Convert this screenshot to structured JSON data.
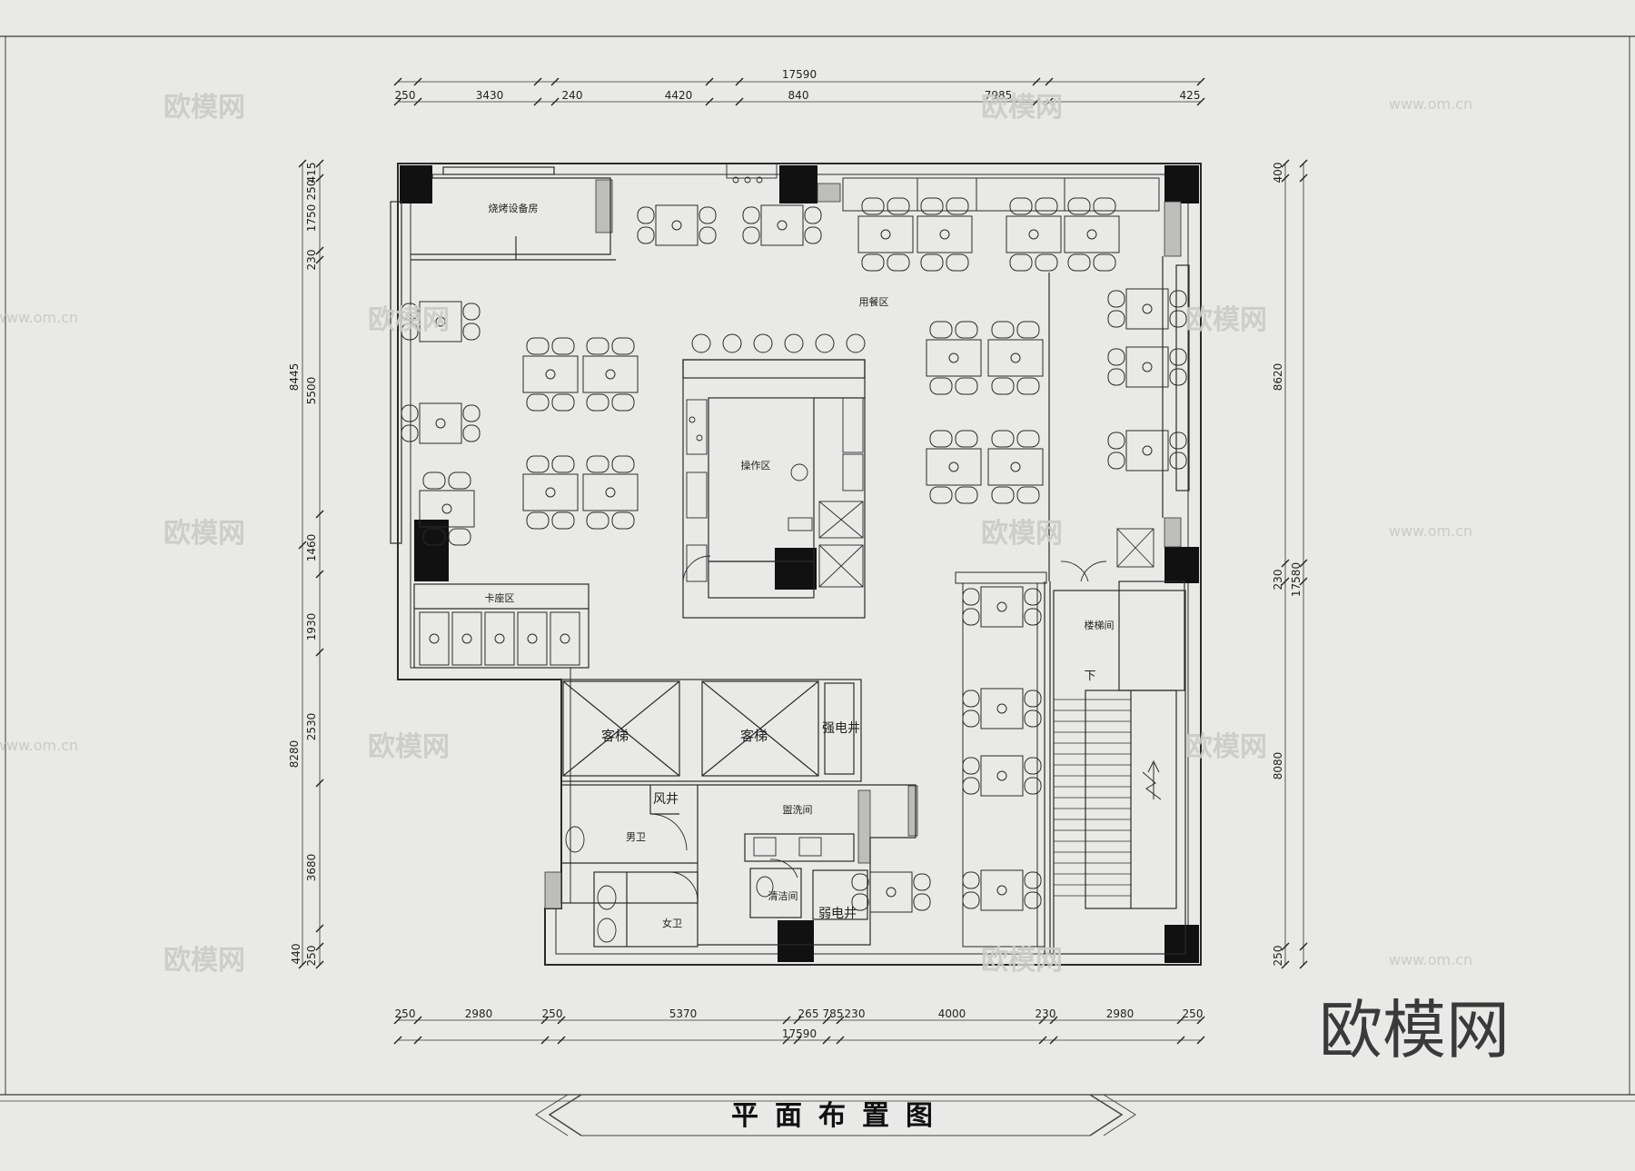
{
  "drawing": {
    "title": "平面布置图",
    "watermark_big": "欧模网",
    "watermark_small": "欧模网",
    "watermark_url": "www.om.cn"
  },
  "dimensions": {
    "top_total": "17590",
    "top_segments": [
      "250",
      "3430",
      "240",
      "4420",
      "840",
      "7985",
      "425"
    ],
    "bottom_total": "17590",
    "bottom_segments": [
      "250",
      "2980",
      "250",
      "5370",
      "265",
      "785",
      "230",
      "4000",
      "230",
      "2980",
      "250"
    ],
    "left_outer": [
      "8445",
      "8280"
    ],
    "left_inner": [
      "415",
      "250",
      "1750",
      "230",
      "5500",
      "1460",
      "1930",
      "2530",
      "3680",
      "440",
      "250"
    ],
    "right_inner": [
      "400",
      "8620",
      "230",
      "8080",
      "250"
    ],
    "right_outer": [
      "17580"
    ]
  },
  "rooms": {
    "equipment_room": "烧烤设备房",
    "dining_hall": "用餐区",
    "operation_area": "操作区",
    "card_area": "卡座区",
    "lift_1": "客梯",
    "lift_2": "客梯",
    "strong_shaft": "强电井",
    "air_shaft": "风井",
    "washroom": "盥洗间",
    "male_wc": "男卫",
    "female_wc": "女卫",
    "cleaning_room": "清洁间",
    "weak_shaft": "弱电井",
    "stair_room": "楼梯间",
    "stair_down": "下"
  },
  "colors": {
    "paper": "#e9e9e7",
    "line": "#2a2a2a",
    "column": "#111111",
    "watermark": "#c9c9c7"
  }
}
